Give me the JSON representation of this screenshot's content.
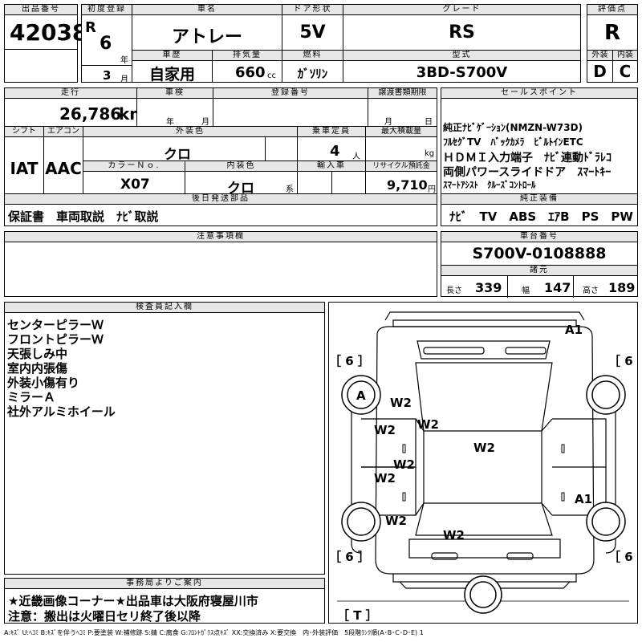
{
  "lot": {
    "label": "出品番号",
    "value": "42038"
  },
  "first_reg": {
    "label": "初度登録",
    "era": "R",
    "year": "6",
    "year_unit": "年",
    "month": "3",
    "month_unit": "月"
  },
  "car_name": {
    "label": "車名",
    "value": "アトレー"
  },
  "door": {
    "label": "ドア形状",
    "value": "5V"
  },
  "grade": {
    "label": "グレード",
    "value": "RS"
  },
  "score": {
    "label": "評価点",
    "value": "R",
    "exterior_label": "外装",
    "exterior": "D",
    "interior_label": "内装",
    "interior": "C"
  },
  "history": {
    "label": "車歴",
    "value": "自家用"
  },
  "displacement": {
    "label": "排気量",
    "value": "660",
    "unit": "cc"
  },
  "fuel": {
    "label": "燃料",
    "value": "ｶﾞｿﾘﾝ"
  },
  "model_code": {
    "label": "型式",
    "value": "3BD-S700V"
  },
  "mileage": {
    "label": "走行",
    "value": "26,786",
    "unit": "km"
  },
  "inspection": {
    "label": "車検",
    "year_unit": "年",
    "month_unit": "月"
  },
  "reg_no": {
    "label": "登録番号"
  },
  "transfer": {
    "label": "譲渡書類期限",
    "month_unit": "月",
    "day_unit": "日"
  },
  "sales_points": {
    "label": "セールスポイント",
    "lines": [
      "純正ﾅﾋﾞｹﾞｰｼｮﾝ(NMZN-W73D)",
      "ﾌﾙｾｸﾞTV　ﾊﾞｯｸｶﾒﾗ　ﾋﾞﾙﾄｲﾝETC",
      "ＨＤＭＩ入力端子　ﾅﾋﾞ連動ﾄﾞﾗﾚｺ",
      "両側パワースライドドア　ｽﾏｰﾄｷｰ",
      "ｽﾏｰﾄｱｼｽﾄ　ｸﾙｰｽﾞｺﾝﾄﾛｰﾙ"
    ]
  },
  "shift": {
    "label": "シフト",
    "value": "IAT"
  },
  "ac": {
    "label": "エアコン",
    "value": "AAC"
  },
  "ext_color": {
    "label": "外装色",
    "value": "クロ"
  },
  "capacity": {
    "label": "乗車定員",
    "value": "4",
    "unit": "人"
  },
  "max_load": {
    "label": "最大積載量",
    "unit": "kg"
  },
  "color_no": {
    "label": "カラーＮｏ.",
    "value": "X07"
  },
  "int_color": {
    "label": "内装色",
    "value": "クロ",
    "unit": "系"
  },
  "import": {
    "label": "輸入車"
  },
  "recycle": {
    "label": "リサイクル預託金",
    "value": "9,710",
    "unit": "円"
  },
  "later_parts": {
    "label": "後日発送部品",
    "value": "保証書　車両取説　ﾅﾋﾞ取説"
  },
  "equipment": {
    "label": "純正装備",
    "value": "ﾅﾋﾞ　TV　ABS　ｴｱB　PS　PW"
  },
  "notes": {
    "label": "注意事項欄"
  },
  "chassis": {
    "label": "車台番号",
    "value": "S700V-0108888"
  },
  "dims": {
    "label": "諸元",
    "length_label": "長さ",
    "length": "339",
    "width_label": "幅",
    "width": "147",
    "height_label": "高さ",
    "height": "189"
  },
  "inspector": {
    "label": "検査員記入欄",
    "lines": [
      "センターピラーＷ",
      "フロントピラーＷ",
      "天張しみ中",
      "室内内張傷",
      "外装小傷有り",
      "ミラーＡ",
      "社外アルミホイール"
    ]
  },
  "office": {
    "label": "事務局よりご案内",
    "lines": [
      "★近畿画像コーナー★出品車は大阪府寝屋川市",
      "注意：搬出は火曜日セリ終了後以降"
    ]
  },
  "legend": "A:ｷｽﾞ U:ﾍｺﾐ B:ｷｽﾞを伴うﾍｺﾐ P:要塗装 W:補修跡 S:錆 C:腐食 G:ﾌﾛﾝﾄｶﾞﾗｽ点ｷｽﾞ XX:交換済み X:要交換　内･外装評価　5段階ﾗﾝｸ順(A･B･C･D･E) 1",
  "diagram": {
    "tire_fl": "［ 6 ］",
    "tire_fr": "［ 6 ］",
    "tire_rl": "［ 6 ］",
    "tire_rr": "［ 6 ］",
    "spare": "［ T ］",
    "marks": {
      "a1_front": "A1",
      "a_mirror": "A",
      "w2_fpillar": "W2",
      "w2_cpillar": "W2",
      "w2_door_f": "W2",
      "w2_roof": "W2",
      "w2_door_side": "W2",
      "w2_door_r": "W2",
      "w2_rear_l": "W2",
      "w2_rear": "W2",
      "a1_rear": "A1"
    }
  }
}
